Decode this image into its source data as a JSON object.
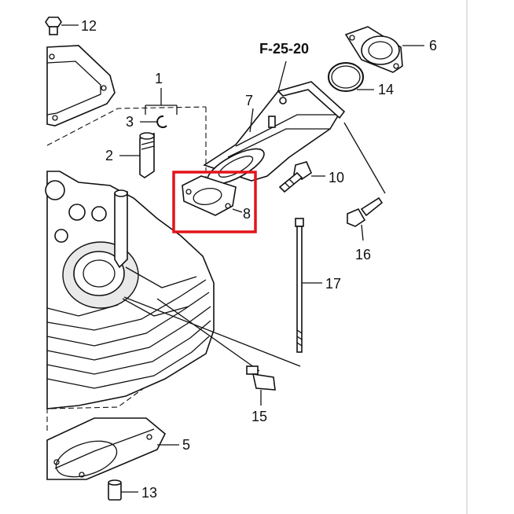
{
  "reference": "F-25-20",
  "highlight_color": "#e3141b",
  "parts": {
    "p1": "1",
    "p2": "2",
    "p3": "3",
    "p5": "5",
    "p6": "6",
    "p7": "7",
    "p8": "8",
    "p10": "10",
    "p12": "12",
    "p13": "13",
    "p14": "14",
    "p15": "15",
    "p16": "16",
    "p17": "17"
  }
}
